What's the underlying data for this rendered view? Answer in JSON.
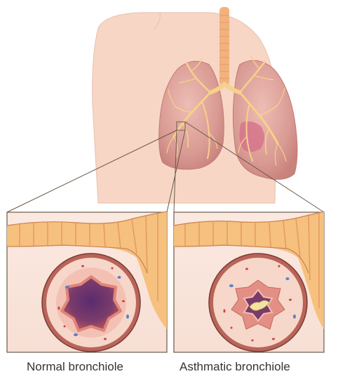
{
  "captions": {
    "normal": "Normal bronchiole",
    "asthmatic": "Asthmatic bronchiole"
  },
  "colors": {
    "skin": "#f7d6c6",
    "lung": "#d99b94",
    "lung_highlight": "#e8b4ac",
    "airway": "#f2b27e",
    "airway_ring": "#f6c07e",
    "bronchial_tree": "#f7d08a",
    "mucosa_dark": "#7a3b6b",
    "mucus": "#f2e3a0",
    "wall_pink": "#f5d2c7"
  },
  "icons": [
    "torso-with-lungs",
    "bronchiole-cross-section-normal",
    "bronchiole-cross-section-asthmatic"
  ]
}
